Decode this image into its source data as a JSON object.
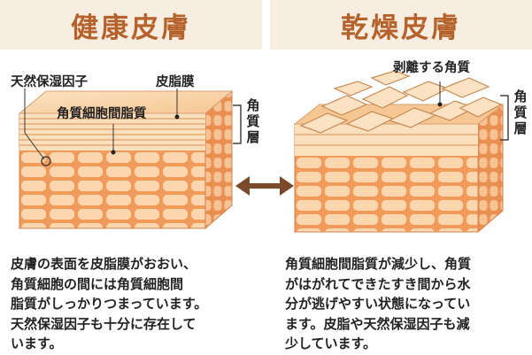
{
  "left": {
    "title": "健康皮膚",
    "labels": {
      "nmf": "天然保湿因子",
      "sebum": "皮脂膜",
      "lipid": "角質細胞間脂質",
      "stratum": "角質層"
    },
    "description_lines": [
      "皮膚の表面を皮脂膜がおおい、",
      "角質細胞の間には角質細胞間",
      "脂質がしっかりつまっています。",
      "天然保湿因子も十分に存在して",
      "います。"
    ]
  },
  "right": {
    "title": "乾燥皮膚",
    "labels": {
      "flaking": "剥離する角質",
      "stratum": "角質層"
    },
    "description_lines": [
      "角質細胞間脂質が減少し、角質",
      "がはがれてできたすき間から水",
      "分が逃げやすい状態になってい",
      "ます。皮脂や天然保湿因子も減",
      "少しています。"
    ]
  },
  "colors": {
    "header_bg": "#f8ede1",
    "title": "#b5622c",
    "skin_front": "#f4a66a",
    "cell": "#fbd6ae",
    "arrow": "#7a4a2a"
  },
  "icons": {
    "arrow": "double-headed-arrow"
  }
}
